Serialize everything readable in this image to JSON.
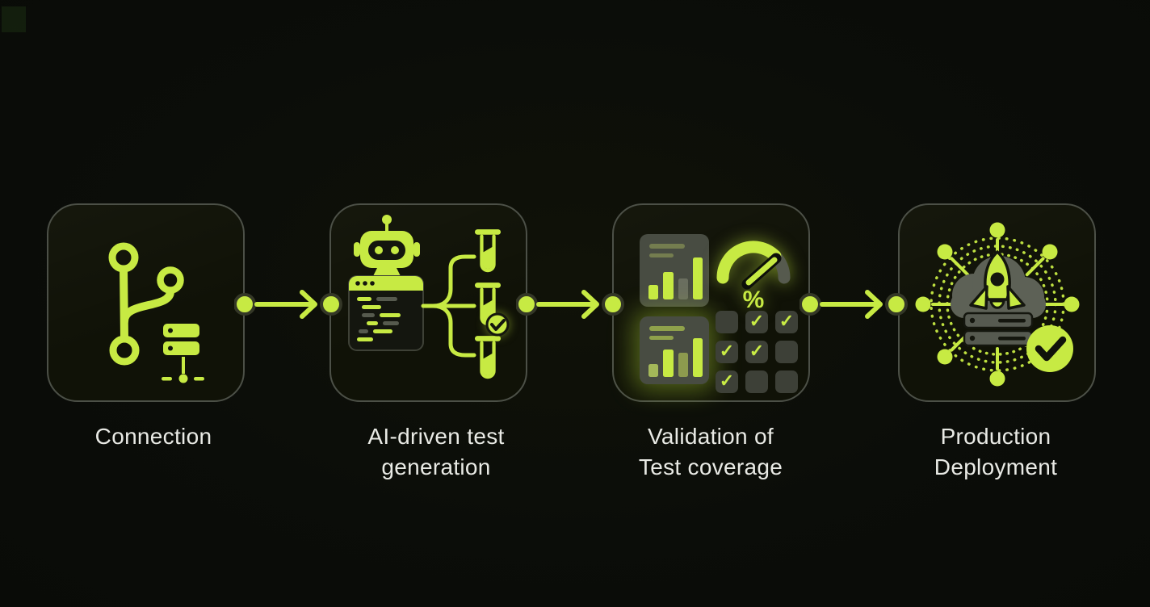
{
  "colors": {
    "background": "#0b0d09",
    "accent_green": "#c7ea43",
    "muted_gray": "#6a6e5f",
    "card_border": "#4c5047",
    "label_text": "#e9eae5",
    "dark_ink": "#13150c"
  },
  "steps": [
    {
      "name": "connection",
      "label_line1": "Connection",
      "label_line2": "",
      "icons": [
        "git-branch-icon",
        "server-icon"
      ]
    },
    {
      "name": "ai-driven-test-generation",
      "label_line1": "AI-driven test",
      "label_line2": "generation",
      "icons": [
        "robot-icon",
        "code-window-icon",
        "fork-lines",
        "test-tube-icon-x3",
        "check-badge-icon"
      ]
    },
    {
      "name": "validation-of-test-coverage",
      "label_line1": "Validation of",
      "label_line2": "Test coverage",
      "icons": [
        "bar-report-icon-x2",
        "gauge-icon",
        "checkbox-grid-icon"
      ],
      "gauge_label": "%",
      "report_top_bars": [
        {
          "h": 18,
          "tone": "accent"
        },
        {
          "h": 34,
          "tone": "accent"
        },
        {
          "h": 26,
          "tone": "gray"
        },
        {
          "h": 52,
          "tone": "accent"
        }
      ],
      "report_bottom_bars": [
        {
          "h": 16,
          "tone": "pale"
        },
        {
          "h": 34,
          "tone": "accent"
        },
        {
          "h": 30,
          "tone": "olive"
        },
        {
          "h": 48,
          "tone": "accent"
        }
      ],
      "checkbox_grid": [
        [
          false,
          true,
          true
        ],
        [
          true,
          true,
          false
        ],
        [
          true,
          false,
          false
        ]
      ]
    },
    {
      "name": "production-deployment",
      "label_line1": "Production",
      "label_line2": "Deployment",
      "icons": [
        "cloud-icon",
        "rocket-icon",
        "server-stack-icon",
        "network-nodes-icon",
        "check-badge-icon"
      ]
    }
  ],
  "connectors": [
    {
      "from": "Connection",
      "to": "AI-driven test generation"
    },
    {
      "from": "AI-driven test generation",
      "to": "Validation of Test coverage"
    },
    {
      "from": "Validation of Test coverage",
      "to": "Production Deployment"
    }
  ]
}
